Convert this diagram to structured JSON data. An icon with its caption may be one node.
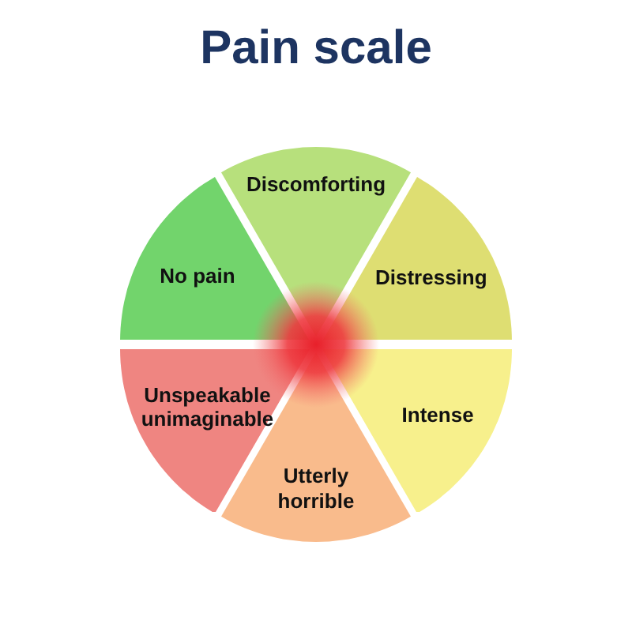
{
  "diagram": {
    "title": "Pain scale",
    "nodes": [
      {
        "text": [
          "Discomforting"
        ]
      },
      {
        "text": [
          "No pain"
        ]
      },
      {
        "text": [
          "Distressing"
        ]
      },
      {
        "text": [
          "Unspeakable unimaginable"
        ]
      },
      {
        "text": [
          "Intense"
        ]
      },
      {
        "text": [
          "Utterly horrible"
        ]
      },
      {
        "text": [],
        "shape": "circle"
      }
    ]
  }
}
